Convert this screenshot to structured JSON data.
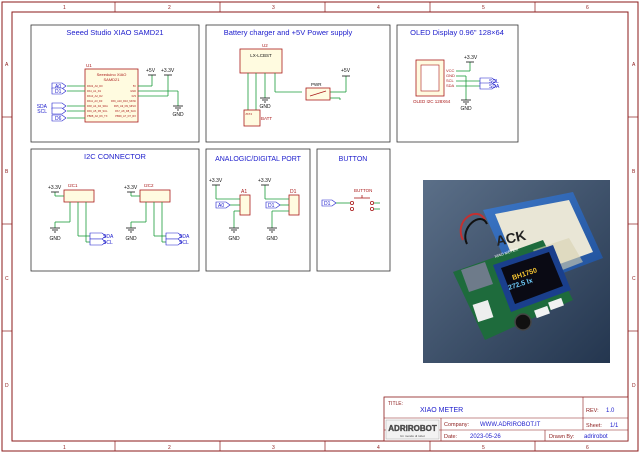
{
  "border": {
    "col_labels": [
      "1",
      "2",
      "3",
      "4",
      "5",
      "6"
    ],
    "row_labels": [
      "A",
      "B",
      "C",
      "D"
    ]
  },
  "panels": {
    "xiao": {
      "title": "Seeed Studio XIAO SAMD21",
      "ref": "U1",
      "chip_name": "Seeeduino XIAO",
      "chip_sub": "SAMD21",
      "left_pins": [
        "PA02_A0_D0",
        "PA4_A1_D1",
        "PA10_A2_D2",
        "PA11_A3_D3",
        "PA8_A4_D4_SDA",
        "PA9_A5_D5_SCL",
        "PB08_A6_D6_TX"
      ],
      "right_pins": [
        "5V",
        "GND",
        "3V3",
        "PA6_A10_D10_MOSI",
        "PA5_A9_D9_MISO",
        "PA7_A8_D8_SCK",
        "PB09_A7_D7_RX"
      ],
      "nets_left": [
        "A0",
        "D1",
        "SDA",
        "SCL",
        "D6"
      ],
      "p5v": "+5V",
      "p33": "+3.3V",
      "gnd": "GND"
    },
    "charger": {
      "title": "Battery charger and +5V Power supply",
      "ref": "U2",
      "chip": "LX-LCBST",
      "batt_ref": "BATT",
      "batt_ref2": "JST4",
      "pwr": "PWR",
      "p5v": "+5V",
      "gnd": "GND"
    },
    "oled": {
      "title": "OLED Display 0.96\" 128×64",
      "label": "OLED I2C 128X64",
      "pins": [
        "VCC",
        "GND",
        "SCL",
        "SDA"
      ],
      "p33": "+3.3V",
      "scl": "SCL",
      "sda": "SDA",
      "gnd": "GND"
    },
    "i2c": {
      "title": "I2C CONNECTOR",
      "ic1": "I2C1",
      "ic2": "I2C2",
      "p33": "+3.3V",
      "gnd": "GND",
      "sda": "SDA",
      "scl": "SCL"
    },
    "port": {
      "title": "ANALOGIC/DIGITAL PORT",
      "a1": "A1",
      "d1": "D1",
      "a0": "A0",
      "d1net": "D1",
      "p33": "+3.3V",
      "gnd": "GND"
    },
    "button": {
      "title": "BUTTON",
      "ref": "BUTTON",
      "net": "D1"
    }
  },
  "photo": {
    "case_label": "ACK",
    "screen_line1": "BH1750",
    "screen_line2": "272.5 lx",
    "board_label": "XIAO METER"
  },
  "title_block": {
    "title_label": "TITLE:",
    "title": "XIAO METER",
    "rev_label": "REV:",
    "rev": "1.0",
    "company_label": "Company:",
    "company": "WWW.ADRIROBOT.IT",
    "sheet_label": "Sheet:",
    "sheet": "1/1",
    "date_label": "Date:",
    "date": "2023-05-26",
    "drawn_label": "Drawn By:",
    "drawn": "adrirobot",
    "logo_text": "ADRIROBOT",
    "logo_sub": "Un mondo di robot"
  },
  "colors": {
    "frame": "#8b1a1a",
    "wire": "#1a9b3a",
    "net": "#1c1ccc",
    "part": "#aa1b1b",
    "text": "#1c1ccc"
  }
}
